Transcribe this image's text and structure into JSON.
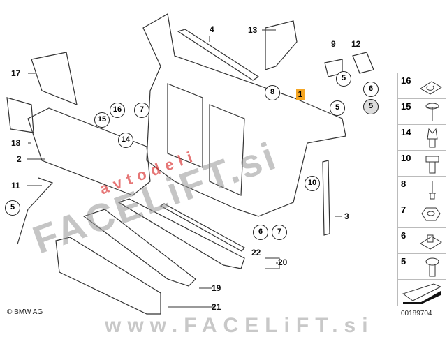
{
  "callouts": {
    "c4": "4",
    "c13": "13",
    "c9": "9",
    "c12": "12",
    "c17": "17",
    "c18": "18",
    "c2": "2",
    "c11": "11",
    "c3": "3",
    "c22": "22",
    "c20": "20",
    "c19": "19",
    "c21": "21"
  },
  "circled": {
    "a": "5",
    "b": "8",
    "c": "6",
    "d": "5",
    "e": "5",
    "f": "16",
    "g": "7",
    "h": "15",
    "i": "14",
    "j": "10",
    "k": "5",
    "l": "6",
    "m": "7"
  },
  "highlighted_part": "1",
  "legend": [
    "16",
    "15",
    "14",
    "10",
    "8",
    "7",
    "6",
    "5"
  ],
  "diagram_code": "00189704",
  "copyright": "© BMW AG",
  "watermarks": {
    "main": "FACELiFT.si",
    "sub": "avtodeli",
    "url": "www.FACELiFT.si"
  },
  "colors": {
    "highlight": "#f5a623",
    "watermark_red": "#dc3c3c"
  }
}
